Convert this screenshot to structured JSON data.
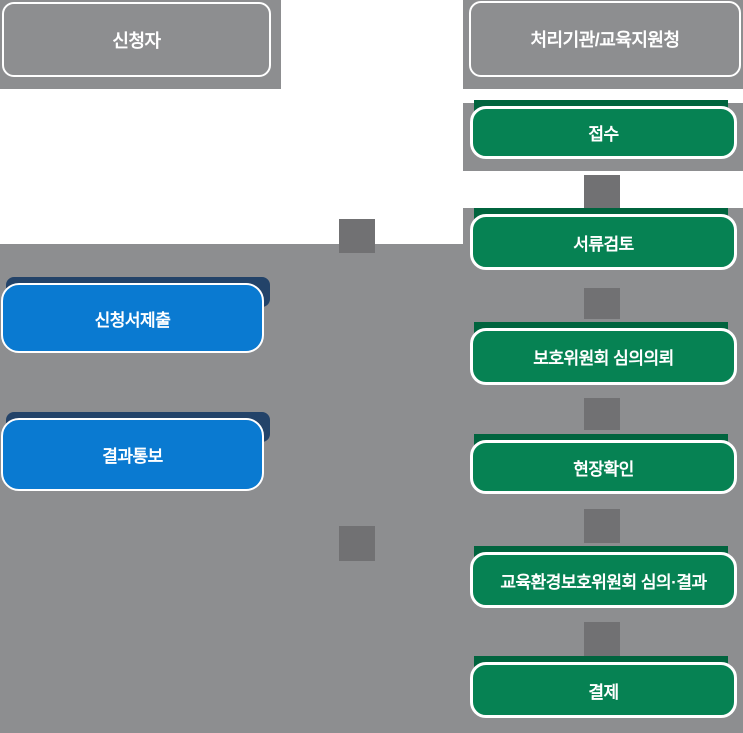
{
  "colors": {
    "background": "#ffffff",
    "panel_gray": "#8d8e90",
    "connector_gray": "#717173",
    "green": "#068253",
    "green_shadow": "#00643e",
    "blue": "#0a7ad1",
    "blue_shadow": "#234369",
    "text": "#ffffff"
  },
  "left_lane": {
    "header": "신청자",
    "steps": [
      {
        "label": "신청서제출"
      },
      {
        "label": "결과통보"
      }
    ]
  },
  "right_lane": {
    "header": "처리기관/교육지원청",
    "steps": [
      {
        "label": "접수"
      },
      {
        "label": "서류검토"
      },
      {
        "label": "보호위원회 심의의뢰"
      },
      {
        "label": "현장확인"
      },
      {
        "label": "교육환경보호위원회 심의·결과"
      },
      {
        "label": "결제"
      }
    ]
  }
}
